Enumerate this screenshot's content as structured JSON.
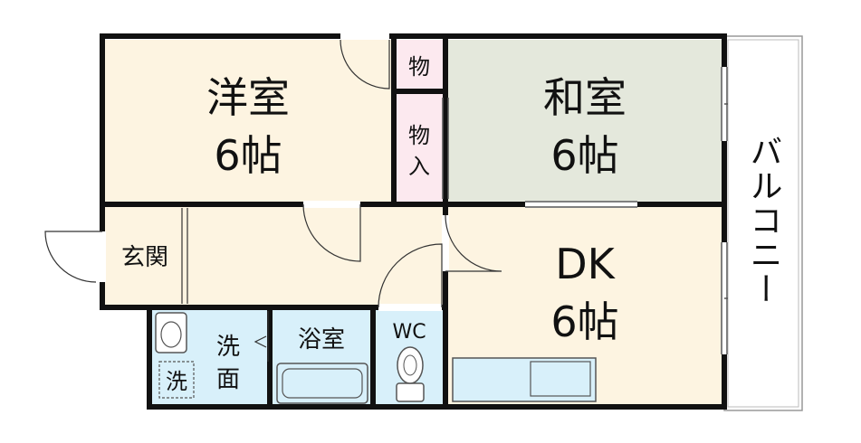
{
  "rooms": {
    "western": {
      "name": "洋室",
      "size": "6帖"
    },
    "japanese": {
      "name": "和室",
      "size": "6帖"
    },
    "dk": {
      "name": "DK",
      "size": "6帖"
    }
  },
  "storage": {
    "top": "物",
    "middle_line1": "物",
    "middle_line2": "入"
  },
  "entrance": "玄関",
  "washroom": {
    "line1": "洗",
    "line2": "面"
  },
  "washer": "洗",
  "bathroom": "浴室",
  "toilet": "WC",
  "balcony": "バルコニー",
  "colors": {
    "western": "#fdf4e1",
    "japanese": "#e4e8dc",
    "dk": "#fdf4e1",
    "hall": "#fdf4e1",
    "storage": "#fce9ef",
    "wet": "#d8f0fa",
    "wall": "#111111"
  }
}
